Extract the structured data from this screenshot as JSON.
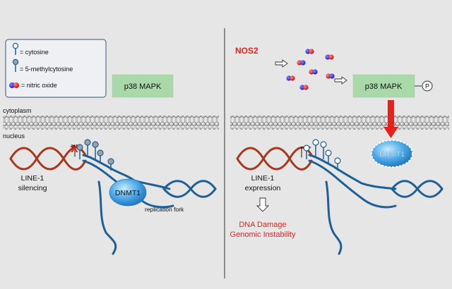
{
  "legend": {
    "cytosine": "= cytosine",
    "methylcytosine": "= 5-methylcytosine",
    "nitric_oxide": "= nitric oxide"
  },
  "left": {
    "kinase_label": "p38 MAPK",
    "cytoplasm_label": "cytoplasm",
    "nucleus_label": "nucleus",
    "line1_label": "LINE-1",
    "line1_state": "silencing",
    "dnmt_label": "DNMT1",
    "fork_label": "replication fork",
    "block_mark": "X"
  },
  "right": {
    "nos_label": "NOS2",
    "kinase_label": "p38 MAPK",
    "phospho_label": "P",
    "dnmt_label": "DNMT1",
    "line1_label": "LINE-1",
    "line1_state": "expression",
    "outcome_1": "DNA Damage",
    "outcome_2": "Genomic Instability"
  },
  "colors": {
    "background": "#e6e6e6",
    "kinase_box": "#a9d9a8",
    "arrow_red": "#e8211b",
    "outcome_red": "#e42520",
    "nos_red": "#e8211b",
    "dna_brown": "#a8371b",
    "dna_blue": "#1e5f95",
    "dnmt_blue": "#4aa7e6"
  }
}
